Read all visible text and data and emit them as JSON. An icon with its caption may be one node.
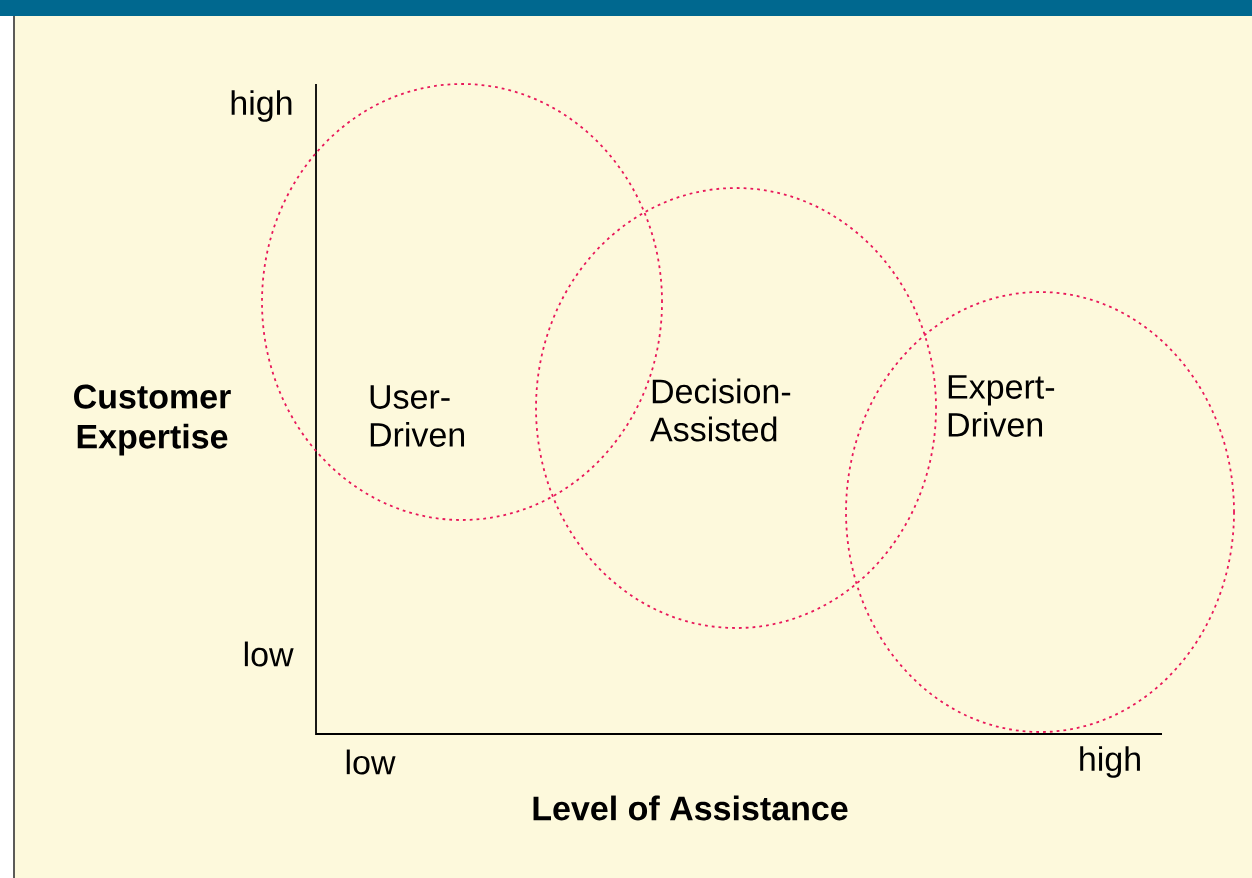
{
  "diagram": {
    "nodes": [
      {
        "text": [
          "User- Driven"
        ]
      },
      {
        "text": [
          "Decision- Assisted"
        ]
      },
      {
        "text": [
          "Expert- Driven"
        ]
      }
    ],
    "labels": [
      "high",
      "Customer Expertise",
      "low",
      "low",
      "high",
      "Level of Assistance"
    ]
  }
}
